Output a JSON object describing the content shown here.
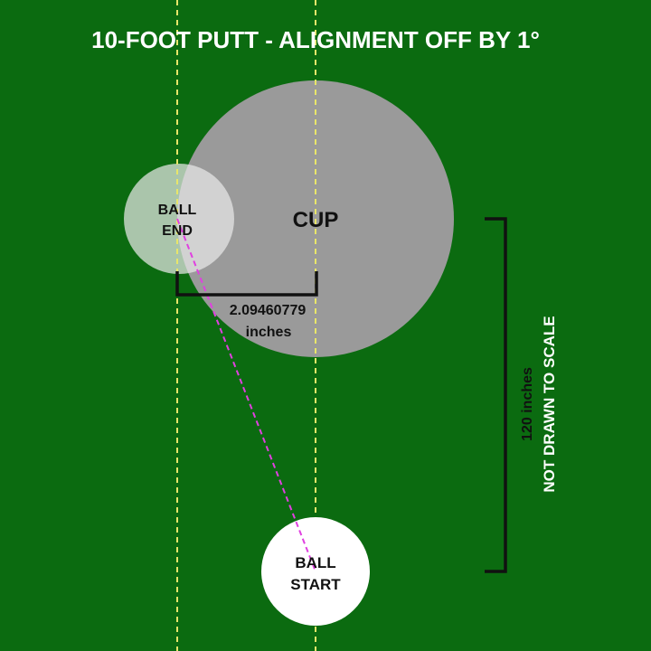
{
  "title": "10-FOOT PUTT - ALIGNMENT OFF BY 1°",
  "cup": {
    "label": "CUP"
  },
  "ball_end": {
    "line1": "BALL",
    "line2": "END"
  },
  "ball_start": {
    "line1": "BALL",
    "line2": "START"
  },
  "offset": {
    "value": "2.09460779",
    "unit": "inches"
  },
  "distance": {
    "label": "120 inches"
  },
  "disclaimer": "NOT DRAWN TO SCALE",
  "colors": {
    "green": "#0b6b10",
    "guide_line": "#e8e66a",
    "cup": "#9a9a9a",
    "ball_start": "#ffffff",
    "ball_end": "#e8e8e8",
    "path": "#e040e0",
    "bracket": "#111111",
    "title": "#ffffff"
  }
}
